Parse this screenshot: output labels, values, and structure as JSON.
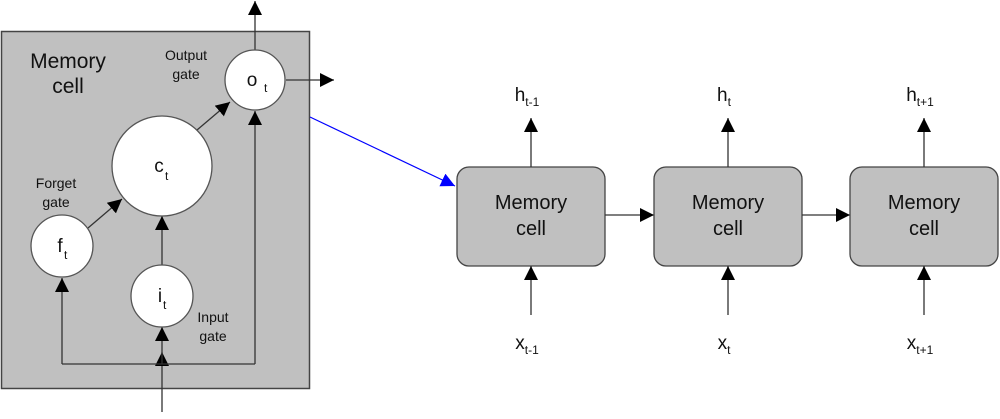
{
  "detail": {
    "title_line1": "Memory",
    "title_line2": "cell",
    "output_gate": {
      "line1": "Output",
      "line2": "gate",
      "symbol": "o",
      "sub": "t"
    },
    "cell_state": {
      "symbol": "c",
      "sub": "t"
    },
    "forget_gate": {
      "line1": "Forget",
      "line2": "gate",
      "symbol": "f",
      "sub": "t"
    },
    "input_gate": {
      "line1": "Input",
      "line2": "gate",
      "symbol": "i",
      "sub": "t"
    }
  },
  "chain": [
    {
      "line1": "Memory",
      "line2": "cell",
      "h": "h",
      "h_sub": "t-1",
      "x": "x",
      "x_sub": "t-1"
    },
    {
      "line1": "Memory",
      "line2": "cell",
      "h": "h",
      "h_sub": "t",
      "x": "x",
      "x_sub": "t"
    },
    {
      "line1": "Memory",
      "line2": "cell",
      "h": "h",
      "h_sub": "t+1",
      "x": "x",
      "x_sub": "t+1"
    }
  ],
  "colors": {
    "cell_fill": "#c0c0c0",
    "link": "#0000ff",
    "stroke": "#444444"
  }
}
